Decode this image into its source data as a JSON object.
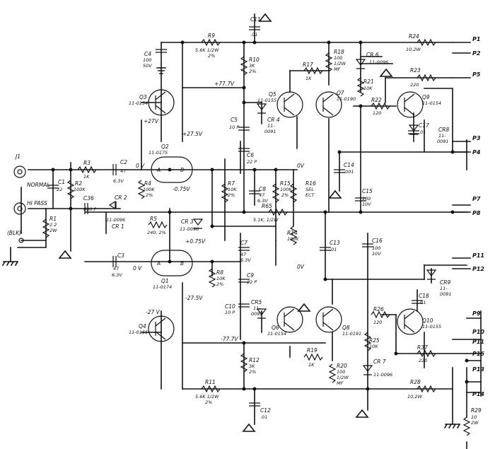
{
  "schematic": {
    "labels": {
      "c11": "C11",
      "c11v": ".01",
      "r9": "R9",
      "r9v": "5.6K 1/2W",
      "r9t": "2%",
      "c4": "C4",
      "c4v1": "100",
      "c4v2": "50V",
      "r10": "R10",
      "r10v": "3K",
      "r10t": "2%",
      "r18": "R18",
      "r18v1": "100",
      "r18v2": "1/2W",
      "r18v3": "MF",
      "r24": "R24",
      "r24v": "10,2W",
      "cr6": "CR 6",
      "cr6v": "11-0096",
      "r23": "R23",
      "r23v": "220",
      "p1": "P1",
      "p2": "P2",
      "p5": "P5",
      "r17": "R17",
      "r17v": "1K",
      "v777p": "+77.7V",
      "q3": "Q3",
      "q3v": "11-0154",
      "q5": "Q5",
      "q5v": "11-0155",
      "q7": "Q7",
      "q7v": "11-0190",
      "r21": "R21",
      "r21v": "10K",
      "r22": "R22",
      "r22v": "120",
      "q9": "Q9",
      "q9v": "11-0154",
      "v27p": "+27V",
      "c5": "C5",
      "c5v": "10 P",
      "cr4": "CR 4",
      "cr4v1": "11-",
      "cr4v2": "0091",
      "c17": "C17",
      "c17v": ".01",
      "cr8": "CR8",
      "cr8v1": "11-",
      "cr8v2": "0091",
      "v275p": "+27.5V",
      "q2": "Q2",
      "q2v": "11-0175",
      "c6": "C6",
      "c6v": "22 P",
      "p3": "P3",
      "p4": "P4",
      "r3": "R3",
      "r3v": "1K",
      "c2": "C2",
      "c2v1": "47",
      "c2v2": "6.3V",
      "v0a": "0 V",
      "v0b": "0V",
      "c14": "C14",
      "c14v": ".001",
      "j1": "J1",
      "c1": "C1",
      "c1v": "22",
      "r2": "R2",
      "r2v": "100K",
      "normal": "NORMAL",
      "hipass": "HI PASS",
      "c36": "C36",
      "c36v": "680 P",
      "r4": "R4",
      "r4v": "100K",
      "r4t": "2%",
      "v075m": "-0.75V",
      "r7": "R7",
      "r7v": "10K",
      "r7t": "2%",
      "c8": "C8",
      "c8v1": "47",
      "c8v2": "6.3V",
      "r15": "R15",
      "r15v": "100K",
      "r15t": "2%",
      "r16": "R16",
      "r16v1": "SEL",
      "r16v2": "ECT",
      "c15": "C15",
      "c15v1": "100",
      "c15v2": "10V",
      "p7": "P7",
      "p8": "P8",
      "cr2": "CR 2",
      "cr2v": "11-0096",
      "r65": "R65",
      "r65v": "5.1K, 1/2W",
      "r5": "R5",
      "r5v": "240, 2%",
      "cr3": "CR 3",
      "cr3v": "11-0096",
      "cr1": "CR 1",
      "v075p": "+0.75V",
      "r14": "R14",
      "r14v": "100K",
      "r1": "R1",
      "r1v1": "2.2",
      "r1v2": "2W",
      "blk": "(BLK)",
      "c7": "C7",
      "c7v1": "47",
      "c7v2": "6.3V",
      "c13": "C13",
      "c13v": ".01",
      "c16": "C16",
      "c16v1": "100",
      "c16v2": "10V",
      "c3": "C3",
      "c3v1": "47",
      "c3v2": "6.3V",
      "v0c": "0 V",
      "v0d": "0V",
      "q1": "Q1",
      "q1v": "11-0174",
      "p11": "P11",
      "p12": "P12",
      "r8": "R8",
      "r8v": "10K",
      "r8t": "2%",
      "c9": "C9",
      "c9v": "22 P",
      "v275m": "-27.5V",
      "cr9": "CR9",
      "cr9v1": "11-",
      "cr9v2": "0091",
      "c18": "C18",
      "c18v": ".01",
      "c10": "C10",
      "c10v": "10 P",
      "cr5": "CR5",
      "cr5v1": "11-",
      "cr5v2": "0091",
      "v27m": "-27 V",
      "q4": "Q4",
      "q4v": "11-0155",
      "q6": "Q6",
      "q6v": "11-0154",
      "q8": "Q8",
      "q8v": "11-0191",
      "r26": "R26",
      "r26v": "120",
      "q10": "Q10",
      "q10v": "11-0155",
      "p9": "P9",
      "v777m": "-77.7V",
      "r25": "R25",
      "r25v": "10K",
      "r37": "R37",
      "r37v": "220",
      "p10": "P10",
      "p11b": "P11",
      "p16": "P16",
      "p13": "P13",
      "p14": "P14",
      "r19": "R19",
      "r19v": "1K",
      "r12": "R12",
      "r12v": "3K",
      "r12t": "2%",
      "r20": "R20",
      "r20v1": "100",
      "r20v2": "1/2W",
      "r20v3": "MF",
      "cr7": "CR 7",
      "cr7v": "11-0096",
      "r11": "R11",
      "r11v": "5.6K 1/2W",
      "r11t": "2%",
      "r28": "R28",
      "r28v": "10,2W",
      "r29": "R29",
      "r29v1": "10",
      "r29v2": "2W",
      "c12": "C12",
      "c12v": ".01"
    }
  }
}
